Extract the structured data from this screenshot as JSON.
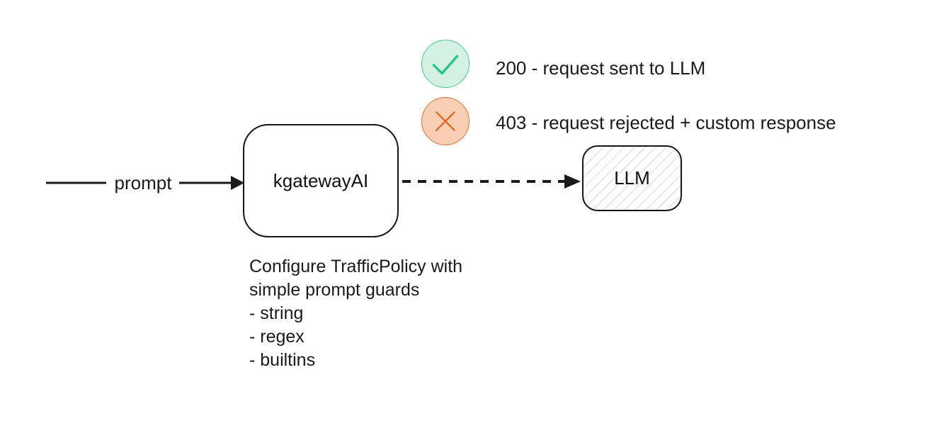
{
  "diagram": {
    "prompt_label": "prompt",
    "nodes": {
      "gateway": {
        "label": "kgatewayAI"
      },
      "llm": {
        "label": "LLM"
      }
    },
    "legend": [
      {
        "icon": "check-icon",
        "status_code": "200",
        "text": "200 - request sent to LLM",
        "circle_fill": "#d4f1e3",
        "circle_stroke": "#41c98e"
      },
      {
        "icon": "cross-icon",
        "status_code": "403",
        "text": "403 - request rejected + custom response",
        "circle_fill": "#f8cfb4",
        "circle_stroke": "#df6e2b"
      }
    ],
    "caption": {
      "lines": [
        "Configure TrafficPolicy with",
        "simple prompt guards",
        "- string",
        "- regex",
        "- builtins"
      ]
    },
    "colors": {
      "line": "#1a1a1a",
      "text": "#1a1a1a",
      "node_border": "#161616",
      "hatch": "#e5e5e9",
      "background": "#ffffff"
    }
  }
}
